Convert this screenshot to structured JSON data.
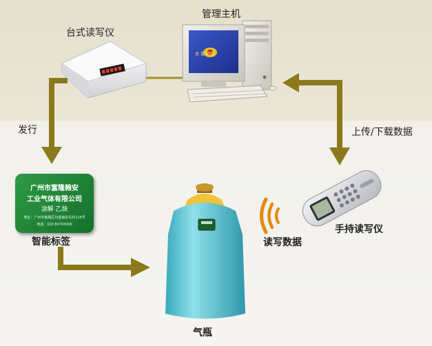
{
  "nodes": {
    "desktop_reader": {
      "label": "台式读写仪"
    },
    "management_host": {
      "label": "管理主机",
      "screen_text": "全 谐 胡璐"
    },
    "smart_tag": {
      "label": "智能标签",
      "card_line1": "广州市富隆粮安",
      "card_line2": "工业气体有限公司",
      "card_line3": "涂解 乙炔",
      "card_line4": "地址：广州市番禺区石基镇永先村126号",
      "card_line5": "电话：020 84793996"
    },
    "gas_cylinder": {
      "label": "气瓶"
    },
    "handheld_reader": {
      "label": "手持读写仪"
    }
  },
  "edges": {
    "issue": {
      "label": "发行"
    },
    "upload_download": {
      "label": "上传/下载数据"
    },
    "read_write": {
      "label": "读写数据"
    }
  },
  "colors": {
    "arrow": "#8b7a1c",
    "connector": "#a69128",
    "cylinder": "#5cc4d3",
    "card": "#1f8a36",
    "signal": "#e08a10"
  }
}
